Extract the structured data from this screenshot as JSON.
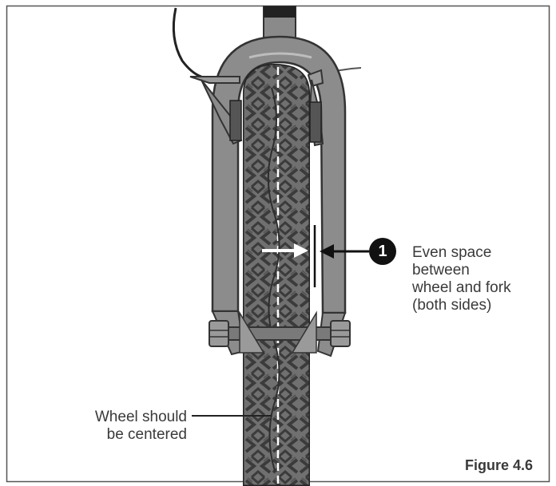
{
  "callout": {
    "number": "1",
    "lines": [
      "Even space",
      "between",
      "wheel and fork",
      "(both sides)"
    ]
  },
  "wheel_label": {
    "lines": [
      "Wheel should",
      "be centered"
    ]
  },
  "caption": "Figure 4.6",
  "colors": {
    "fork_fill": "#8c8c8c",
    "fork_outline": "#333333",
    "tire_fill": "#6e6e6e",
    "tread": "#3c3c3c",
    "centerline": "#ffffff",
    "arrow_white": "#ffffff",
    "arrow_black": "#111111",
    "frame_border": "#555555"
  }
}
